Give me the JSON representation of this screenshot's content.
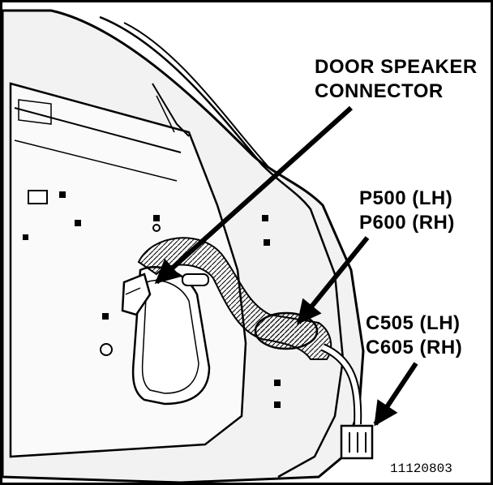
{
  "labels": {
    "speaker_line1": "DOOR SPEAKER",
    "speaker_line2": "CONNECTOR",
    "p_line1": "P500 (LH)",
    "p_line2": "P600 (RH)",
    "c_line1": "C505 (LH)",
    "c_line2": "C605 (RH)"
  },
  "figure_code": "11120803",
  "icons": [
    "arrow-icon"
  ],
  "colors": {
    "ink": "#000000",
    "paper": "#ffffff"
  }
}
